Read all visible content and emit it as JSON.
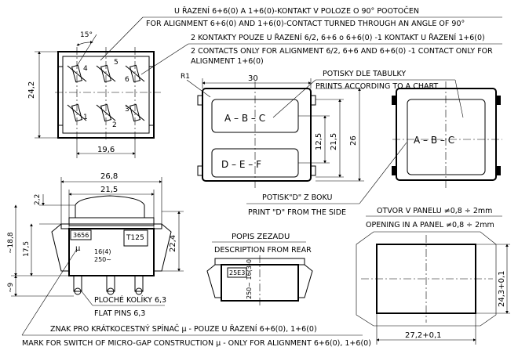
{
  "notes": {
    "rotated_cz": "U ŘAZENÍ 6+6(0) A 1+6(0)-KONTAKT V POLOZE O 90° POOTOČEN",
    "rotated_en": "FOR ALIGNMENT 6+6(0) AND 1+6(0)-CONTACT TURNED THROUGH AN ANGLE OF 90°",
    "two_contacts_cz": "2 KONTAKTY POUZE U ŘAZENÍ 6/2, 6+6 o 6+6(0) -1 KONTAKT U ŘAZENÍ 1+6(0)",
    "two_contacts_en_1": "2 CONTACTS ONLY FOR ALIGNMENT 6/2, 6+6 AND 6+6(0) -1 CONTACT ONLY FOR",
    "two_contacts_en_2": "ALIGNMENT 1+6(0)",
    "prints_cz": "POTISKY DLE TABULKY",
    "prints_en": "PRINTS ACCORDING TO A CHART",
    "side_print_cz": "POTISK\"D\" Z BOKU",
    "side_print_en": "PRINT \"D\" FROM THE SIDE",
    "flat_pins_cz": "PLOCHÉ KOLÍKY 6,3",
    "flat_pins_en": "FLAT PINS 6,3",
    "micro_gap_cz": "ZNAK PRO KRÁTKOCESTNÝ SPÍNAČ μ - POUZE U ŘAZENÍ 6+6(0), 1+6(0)",
    "micro_gap_en": "MARK FOR SWITCH OF MICRO-GAP CONSTRUCTION μ - ONLY FOR ALIGNMENT 6+6(0), 1+6(0)"
  },
  "pin_view": {
    "pins": [
      "4",
      "5",
      "6",
      "1",
      "2",
      "3"
    ],
    "angle": "15°",
    "dim_height": "24,2",
    "dim_width": "19,6"
  },
  "front_view": {
    "print_top": "A – B – C",
    "print_side": "D – E – F",
    "radius": "R1",
    "dim_width": "30",
    "dim_print_pitch": "12,5",
    "dim_inner_height": "21,5",
    "dim_height": "26"
  },
  "right_view": {
    "print": "A – B – C"
  },
  "side_view": {
    "part_no": "3656",
    "rating_t": "T125",
    "rating_current": "16(4)",
    "rating_voltage": "250~",
    "mark": "μ",
    "dim_overall_width": "26,8",
    "dim_body_width": "21,5",
    "dim_top": "2,2",
    "dim_total_height": "~18,8",
    "dim_body_height": "17,5",
    "dim_pin_length": "~9",
    "dim_panel_height": "22,4"
  },
  "rear_view": {
    "title_cz": "POPIS ZEZADU",
    "title_en": "DESCRIPTION FROM REAR",
    "code": "25E3",
    "rating": "250~ 16(3)0"
  },
  "panel": {
    "opening_cz": "OTVOR V PANELU ≠0,8 ÷ 2mm",
    "opening_en": "OPENING IN A PANEL ≠0,8 ÷ 2mm",
    "dim_height": "24,3+0,1",
    "dim_width": "27,2+0,1"
  }
}
